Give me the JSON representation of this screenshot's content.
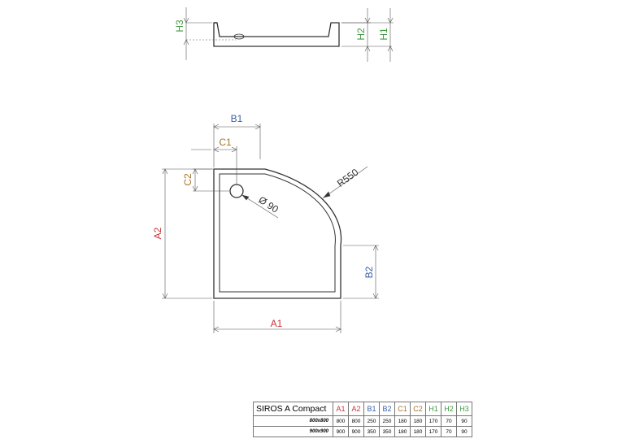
{
  "colors": {
    "red": "#c8343a",
    "blue": "#3a5fa8",
    "brown": "#a8742a",
    "green": "#3f9a3f",
    "line": "#333333"
  },
  "labels": {
    "H1": "H1",
    "H2": "H2",
    "H3": "H3",
    "A1": "A1",
    "A2": "A2",
    "B1": "B1",
    "B2": "B2",
    "C1": "C1",
    "C2": "C2",
    "radius": "R550",
    "drain": "Ø 90"
  },
  "table": {
    "model": "SIROS A Compact",
    "headers": [
      "A1",
      "A2",
      "B1",
      "B2",
      "C1",
      "C2",
      "H1",
      "H2",
      "H3"
    ],
    "rows": [
      {
        "size": "800x800",
        "values": [
          "800",
          "800",
          "250",
          "250",
          "180",
          "180",
          "170",
          "70",
          "90"
        ]
      },
      {
        "size": "900x900",
        "values": [
          "900",
          "900",
          "350",
          "350",
          "180",
          "180",
          "170",
          "70",
          "90"
        ]
      }
    ]
  }
}
